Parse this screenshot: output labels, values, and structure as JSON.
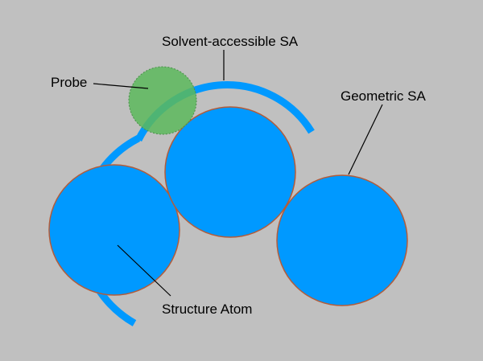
{
  "colors": {
    "background": "#c0c0c0",
    "atom_fill": "#0099ff",
    "atom_outline": "#b35c3a",
    "probe_fill": "#5cb85c",
    "sas_arc": "#0099ff",
    "leader_line": "#000000"
  },
  "labels": {
    "solvent_accessible": "Solvent-accessible SA",
    "probe": "Probe",
    "geometric": "Geometric SA",
    "structure_atom": "Structure Atom"
  }
}
